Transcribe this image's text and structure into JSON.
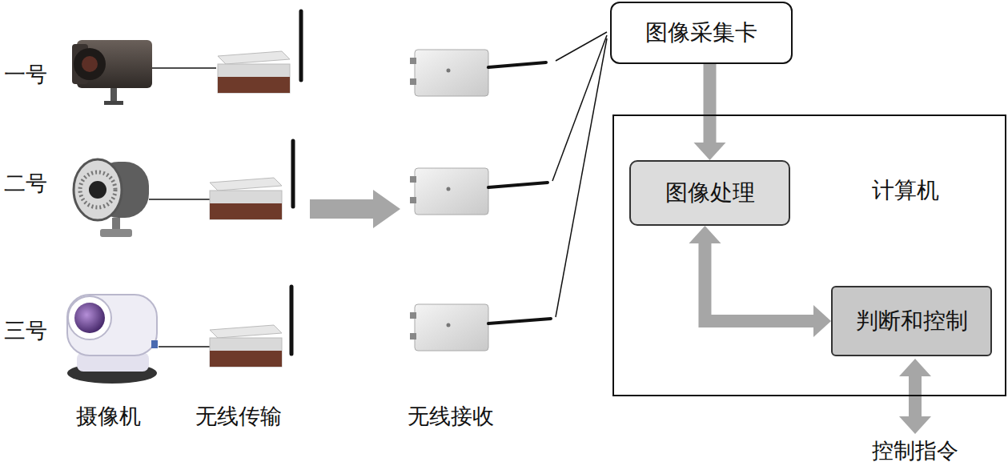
{
  "diagram": {
    "nodes": [
      {
        "text": [
          "图像采集卡"
        ]
      },
      {
        "text": [
          "计算机"
        ]
      },
      {
        "text": [
          "图像处理"
        ],
        "in": 1
      },
      {
        "text": [
          "判断和控制"
        ],
        "in": 1
      }
    ],
    "edges": [
      {
        "from": 0,
        "to": 2,
        "arrow": "to"
      },
      {
        "from": 2,
        "to": 3,
        "arrow": "both"
      }
    ],
    "labels": [
      "一号",
      "二号",
      "三号",
      "摄像机",
      "无线传输",
      "无线接收",
      "控制指令"
    ]
  }
}
